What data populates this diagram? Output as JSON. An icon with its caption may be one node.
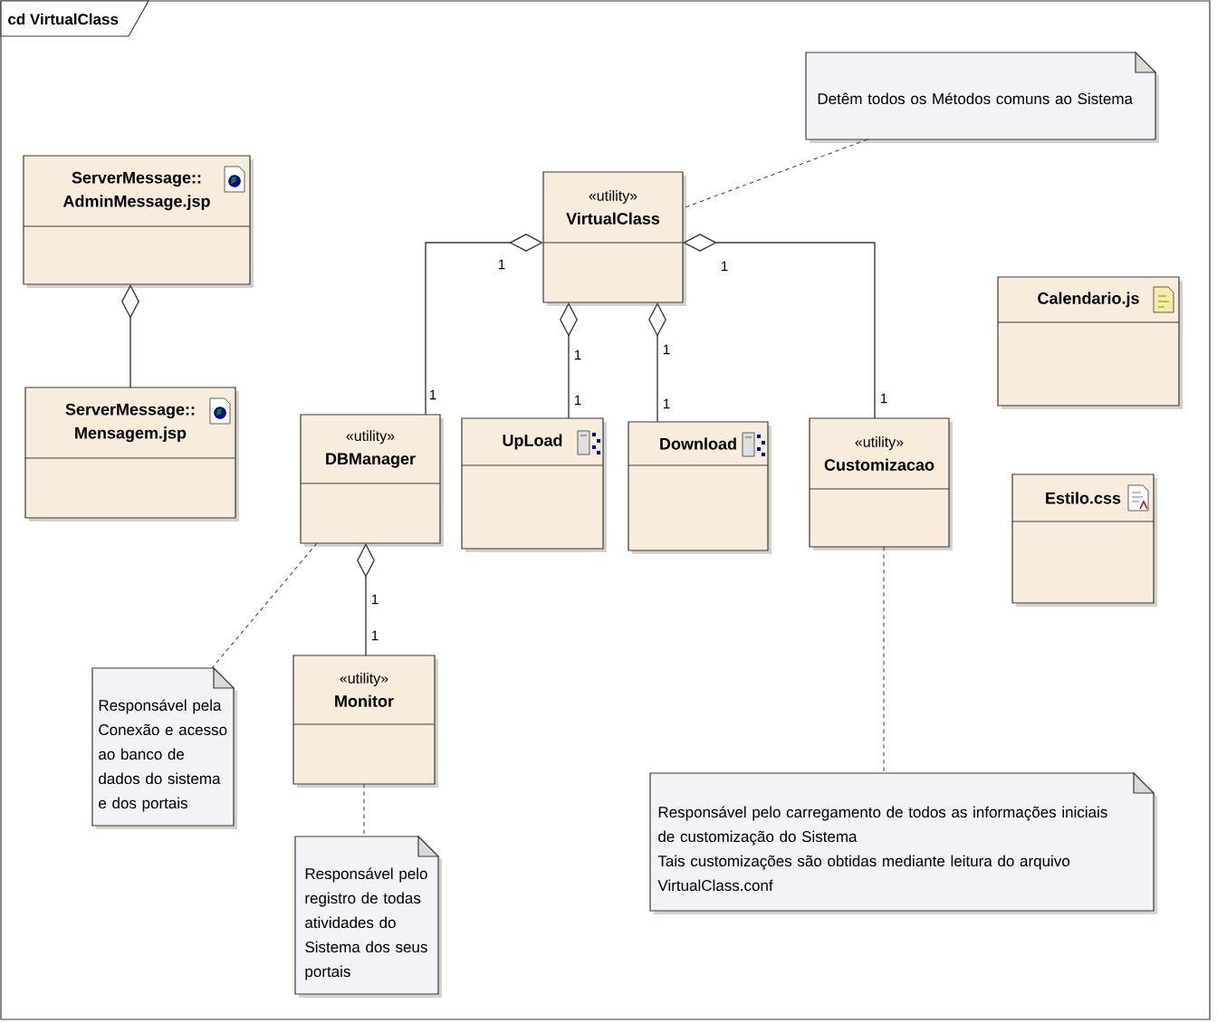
{
  "diagram": {
    "title": "cd VirtualClass",
    "nodes": [
      {
        "text": [
          "Detêm todos os Métodos comuns ao Sistema"
        ]
      },
      {
        "text": [
          "ServerMessage:: AdminMessage.jsp"
        ]
      },
      {
        "text": [
          "«utility»",
          "VirtualClass"
        ]
      },
      {
        "text": [
          "Calendario.js"
        ]
      },
      {
        "text": [
          "ServerMessage:: Mensagem.jsp"
        ]
      },
      {
        "text": [
          "«utility»",
          "DBManager"
        ]
      },
      {
        "text": [
          "UpLoad"
        ]
      },
      {
        "text": [
          "Download"
        ]
      },
      {
        "text": [
          "«utility»",
          "Customizacao"
        ]
      },
      {
        "text": [
          "Estilo.css"
        ]
      },
      {
        "text": [
          "«utility»",
          "Monitor"
        ]
      },
      {
        "text": [
          "Responsável pela Conexão e acesso ao banco de dados do sistema e dos portais"
        ]
      },
      {
        "text": [
          "Responsável pelo carregamento de todos as informações iniciais de customização do Sistema",
          "Tais customizações são obtidas mediante leitura do arquivo VirtualClass.conf"
        ]
      },
      {
        "text": [
          "Responsável pelo registro de todas atividades do Sistema dos seus portais"
        ]
      }
    ],
    "edges": [
      {
        "from": 0,
        "to": 2,
        "arrow": "none",
        "style": "dashed"
      },
      {
        "from": 1,
        "to": 4,
        "arrow": "other"
      },
      {
        "from": 2,
        "to": 5,
        "arrow": "other"
      },
      {
        "from": 2,
        "to": 6,
        "arrow": "other"
      },
      {
        "from": 2,
        "to": 7,
        "arrow": "other"
      },
      {
        "from": 2,
        "to": 8,
        "arrow": "other"
      },
      {
        "from": 5,
        "to": 10,
        "arrow": "other"
      },
      {
        "from": 5,
        "to": 11,
        "arrow": "none",
        "style": "dashed"
      },
      {
        "from": 8,
        "to": 12,
        "arrow": "none",
        "style": "dashed"
      },
      {
        "from": 10,
        "to": 13,
        "arrow": "none",
        "style": "dashed"
      }
    ],
    "labels": [
      "1",
      "1",
      "1",
      "1",
      "1",
      "1",
      "1",
      "1",
      "1",
      "1"
    ]
  }
}
